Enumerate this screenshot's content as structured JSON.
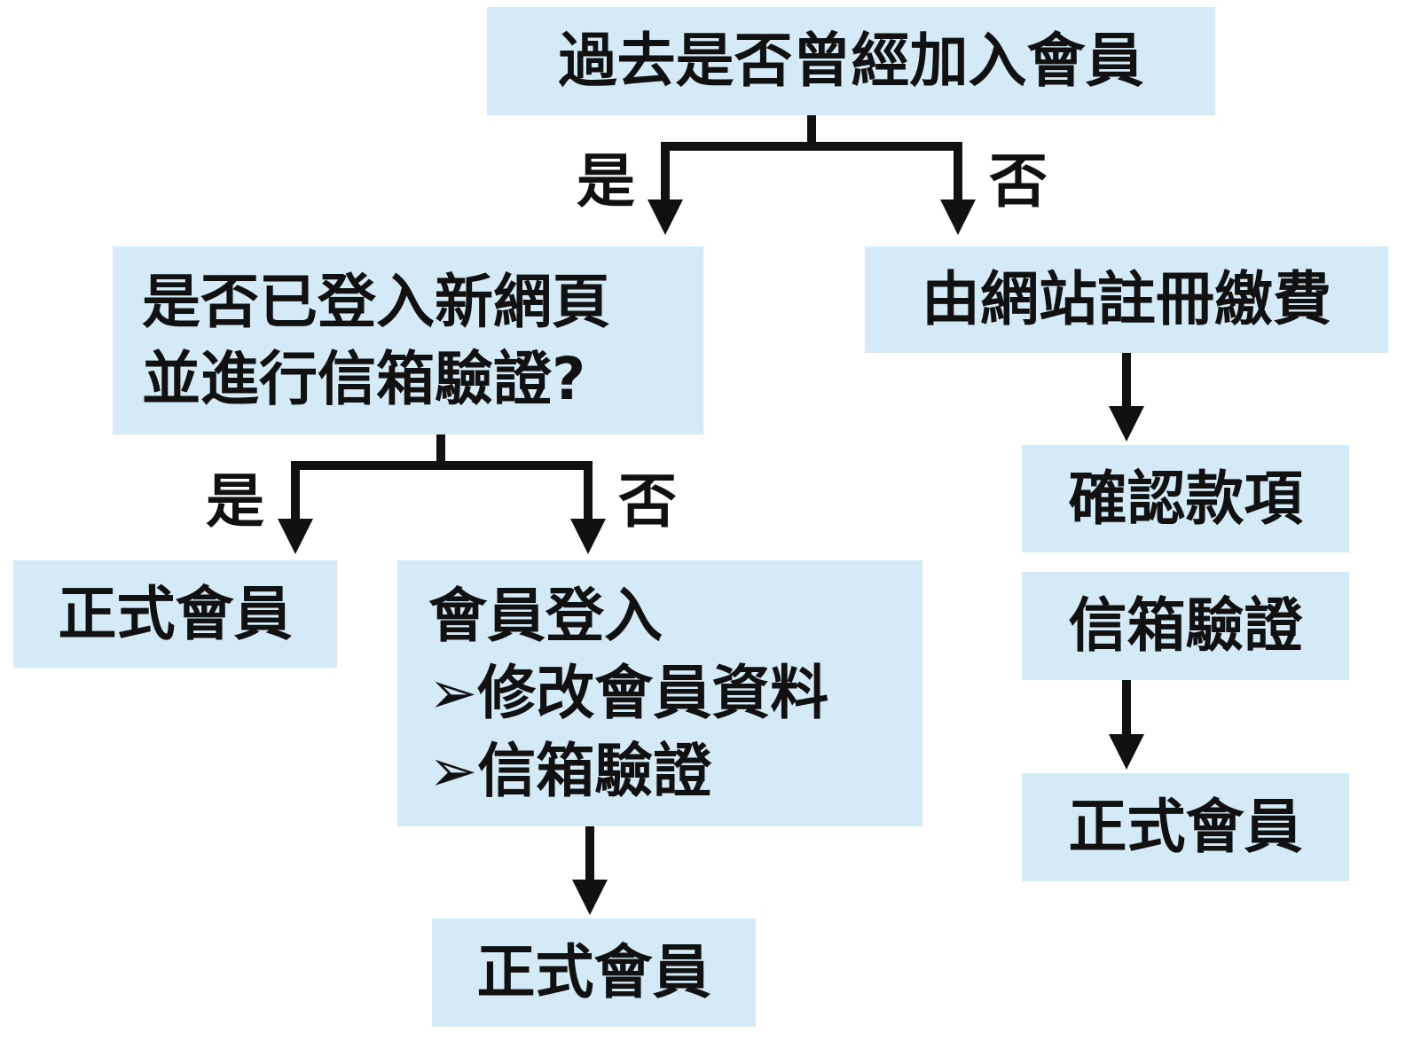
{
  "nodes": {
    "root": {
      "lines": [
        "過去是否曾經加入會員"
      ]
    },
    "check_new_page": {
      "lines": [
        "是否已登入新網頁",
        "並進行信箱驗證?"
      ]
    },
    "register": {
      "lines": [
        "由網站註冊繳費"
      ]
    },
    "member_yes": {
      "lines": [
        "正式會員"
      ]
    },
    "member_login": {
      "lines": [
        "會員登入",
        "➢修改會員資料",
        "➢信箱驗證"
      ]
    },
    "member_login_result": {
      "lines": [
        "正式會員"
      ]
    },
    "confirm_payment": {
      "lines": [
        "確認款項"
      ]
    },
    "email_verify": {
      "lines": [
        "信箱驗證"
      ]
    },
    "register_result": {
      "lines": [
        "正式會員"
      ]
    }
  },
  "branch_labels": {
    "root_yes": "是",
    "root_no": "否",
    "check_yes": "是",
    "check_no": "否"
  },
  "colors": {
    "box_fill": "#d4ebf7",
    "line": "#111111",
    "text": "#111111"
  }
}
